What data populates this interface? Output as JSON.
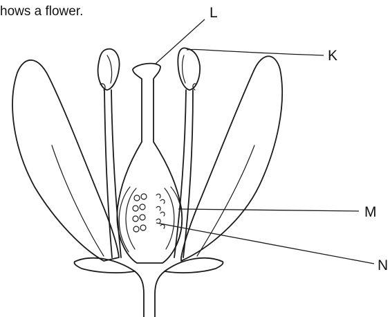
{
  "caption": "hows a flower.",
  "labels": {
    "k": "K",
    "l": "L",
    "m": "M",
    "n": "N"
  }
}
